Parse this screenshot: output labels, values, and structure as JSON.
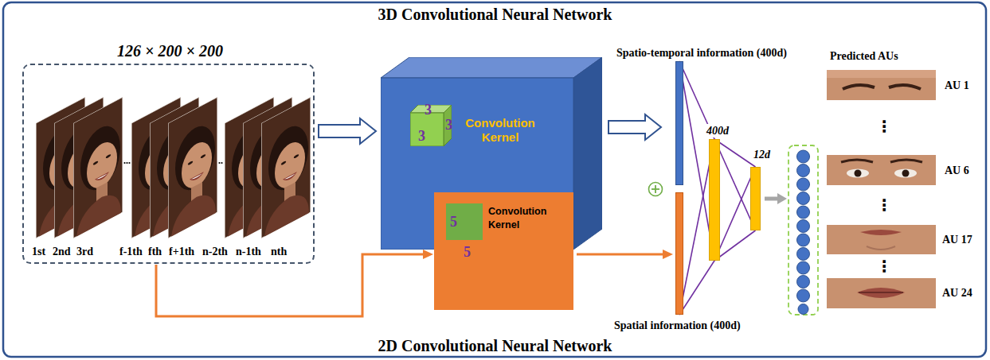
{
  "diagram": {
    "nodes": [
      {
        "text": [
          "126 × 200 × 200"
        ]
      },
      {
        "text": [
          "Convolution Kernel"
        ]
      },
      {
        "text": [
          "3",
          "3",
          "3"
        ],
        "in": 1
      },
      {
        "text": [
          "Convolution Kernel"
        ]
      },
      {
        "text": [
          "5",
          "5"
        ],
        "in": 3
      },
      {
        "text": [
          "Spatio-temporal information (400d)"
        ]
      },
      {
        "text": [
          "Spatial information (400d)"
        ]
      },
      {
        "text": [
          "400d"
        ]
      },
      {
        "text": [
          "12d"
        ]
      }
    ],
    "edges": [
      {
        "from": 0,
        "to": 1,
        "arrow": "to"
      },
      {
        "from": 0,
        "to": 3,
        "arrow": "to"
      },
      {
        "from": 1,
        "to": 5,
        "arrow": "to"
      },
      {
        "from": 3,
        "to": 6,
        "arrow": "to"
      },
      {
        "from": 5,
        "to": 7,
        "arrow": "none"
      },
      {
        "from": 6,
        "to": 7,
        "arrow": "none"
      },
      {
        "from": 7,
        "to": 8,
        "arrow": "none"
      }
    ],
    "labels": [
      "3D Convolutional Neural Network",
      "1st",
      "2nd",
      "3rd",
      "f-1th",
      "fth",
      "f+1th",
      "n-2th",
      "n-1th",
      "nth",
      "Predicted AUs",
      "AU 1",
      "⋮",
      "AU 6",
      "⋮",
      "AU 17",
      "⋮",
      "AU 24",
      "2D Convolutional Neural Network"
    ]
  }
}
